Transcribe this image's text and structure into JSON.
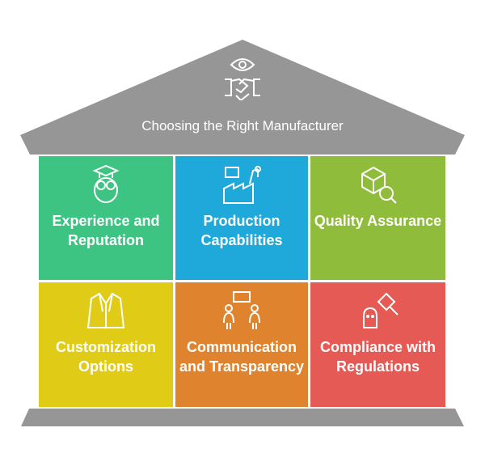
{
  "title": "Choosing the Right Manufacturer",
  "colors": {
    "roof": "#969696",
    "green": "#3dc482",
    "blue": "#1fa9da",
    "lime": "#8fbc3a",
    "yellow": "#e0cb17",
    "orange": "#e0832f",
    "red": "#e55a55"
  },
  "cells": [
    {
      "label": "Experience and Reputation",
      "icon": "owl-graduate-icon"
    },
    {
      "label": "Production Capabilities",
      "icon": "factory-robot-icon"
    },
    {
      "label": "Quality Assurance",
      "icon": "box-magnifier-icon"
    },
    {
      "label": "Customization Options",
      "icon": "jacket-icon"
    },
    {
      "label": "Communication and Transparency",
      "icon": "people-chat-icon"
    },
    {
      "label": "Compliance with Regulations",
      "icon": "gavel-icon"
    }
  ]
}
